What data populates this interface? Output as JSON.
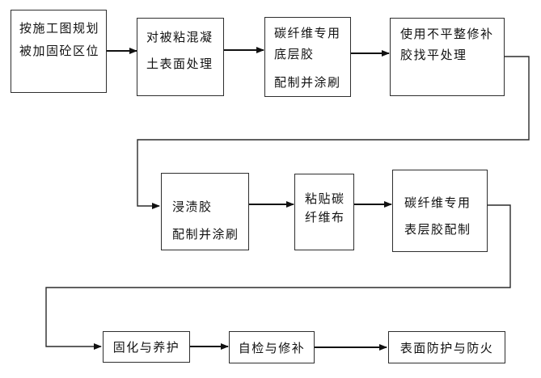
{
  "diagram": {
    "type": "flowchart",
    "background_color": "#ffffff",
    "box_border_color": "#2e2e2e",
    "line_color": "#111111",
    "text_color": "#111111"
  },
  "nodes": [
    {
      "id": "n1",
      "lines": [
        "按施工图规划",
        "被加固砼区位"
      ]
    },
    {
      "id": "n2",
      "lines": [
        "对被粘混凝",
        "土表面处理"
      ]
    },
    {
      "id": "n3",
      "lines": [
        "碳纤维专用",
        "底层胶",
        "配制并涂刷"
      ]
    },
    {
      "id": "n4",
      "lines": [
        "使用不平整修补",
        "胶找平处理"
      ]
    },
    {
      "id": "n5",
      "lines": [
        "浸渍胶",
        "配制并涂刷"
      ]
    },
    {
      "id": "n6",
      "lines": [
        "粘贴碳",
        "纤维布"
      ]
    },
    {
      "id": "n7",
      "lines": [
        "碳纤维专用",
        "表层胶配制"
      ]
    },
    {
      "id": "n8",
      "lines": [
        "固化与养护"
      ]
    },
    {
      "id": "n9",
      "lines": [
        "自检与修补"
      ]
    },
    {
      "id": "n10",
      "lines": [
        "表面防护与防火"
      ]
    }
  ],
  "edges": [
    {
      "from": "n1",
      "to": "n2"
    },
    {
      "from": "n2",
      "to": "n3"
    },
    {
      "from": "n3",
      "to": "n4"
    },
    {
      "from": "n4",
      "to": "n5"
    },
    {
      "from": "n5",
      "to": "n6"
    },
    {
      "from": "n6",
      "to": "n7"
    },
    {
      "from": "n7",
      "to": "n8"
    },
    {
      "from": "n8",
      "to": "n9"
    },
    {
      "from": "n9",
      "to": "n10"
    }
  ]
}
